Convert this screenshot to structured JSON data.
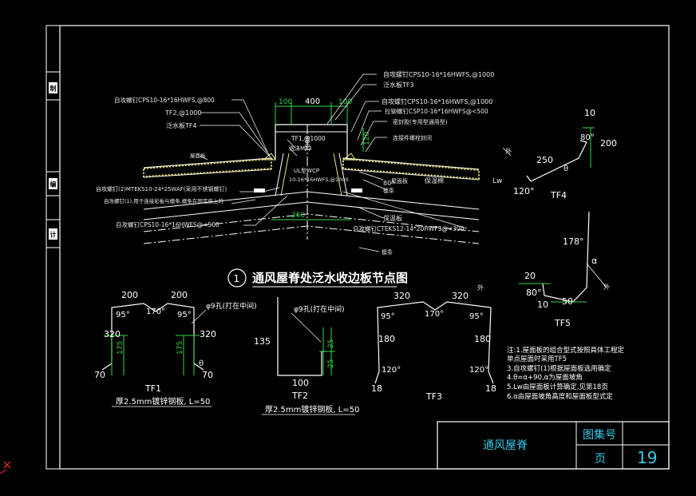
{
  "colors": {
    "background": "#000000",
    "line": "#ffffff",
    "insulation": "#e6e07a",
    "dimension": "#37d64a",
    "titleblock_text": "#38c9e8",
    "marker": "#ff3030"
  },
  "side_labels": [
    "制",
    "编",
    "计"
  ],
  "main_detail": {
    "callouts": [
      "自攻螺钉CPS10-16*16HWFS,@1000",
      "泛水板TF3",
      "自攻螺钉CPS10-16*16HWFS,@1000",
      "拉铆螺钉CSP10-16*16HWFS@<500",
      "密封胶(专用型通用型)",
      "连接件螺栓封闭",
      "自攻螺钉CPS10-16*16HWFS,@800",
      "TF2,@1000",
      "泛水板TF4",
      "屋面板",
      "自攻螺钉(2)MTEKS10-24*25WAF(采用不锈钢螺钉)",
      "自攻螺钉(1),用于连接彩板与檩条,檩条在固定座上的",
      "自攻螺钉CPS10-16*16HWFS@<500",
      "TF1,@1000",
      "泡沫MF3",
      "UL型WCP",
      "10-16*16HWFS,@1000",
      "屋面板",
      "檩条",
      "自攻螺钉CTEKS12-14*20HWFS@<300",
      "保温板",
      "保温棉",
      "檩条"
    ],
    "dims": [
      "100",
      "400",
      "100",
      "120",
      "260",
      "1000",
      "80°"
    ],
    "circle_number": "1",
    "title": "通风屋脊处泛水收边板节点图"
  },
  "tf4": {
    "name": "TF4",
    "dims": [
      "10",
      "80°",
      "200",
      "250",
      "120°",
      "θ"
    ],
    "side_label": "外",
    "lw_label": "Lw"
  },
  "tf5": {
    "name": "TF5",
    "dims": [
      "178°",
      "α",
      "20",
      "80°",
      "10",
      "50"
    ],
    "side_label": "外"
  },
  "tf1": {
    "name": "TF1",
    "dims": [
      "200",
      "200",
      "95°",
      "170°",
      "95°",
      "φ9孔(打在中间)",
      "320",
      "320",
      "175",
      "175",
      "70",
      "θ",
      "70"
    ],
    "caption": "厚2.5mm镀锌钢板, L=50"
  },
  "tf2": {
    "name": "TF2",
    "dims": [
      "φ9孔(打在中间)",
      "135",
      "25",
      "25",
      "100"
    ],
    "caption": "厚2.5mm镀锌钢板, L=50"
  },
  "tf3": {
    "name": "TF3",
    "dims": [
      "320",
      "320",
      "外",
      "95°",
      "170°",
      "95°",
      "180",
      "180",
      "120°",
      "120°",
      "18",
      "18"
    ]
  },
  "notes": [
    "注:1.屋面板的组合型式按照具体工程定",
    "   单点屋面时采用TF5",
    "   3.自攻螺钉(1)根据屋面板选用确定",
    "   4.θ=α+90,α为屋面坡角",
    "   5.Lw由屋面板计算确定,见第18页",
    "   6.α由屋面坡角高度和屋面板型式定"
  ],
  "title_block": {
    "drawing_name": "通风屋脊",
    "atlas_label": "图集号",
    "page_label": "页",
    "page_number": "19"
  }
}
